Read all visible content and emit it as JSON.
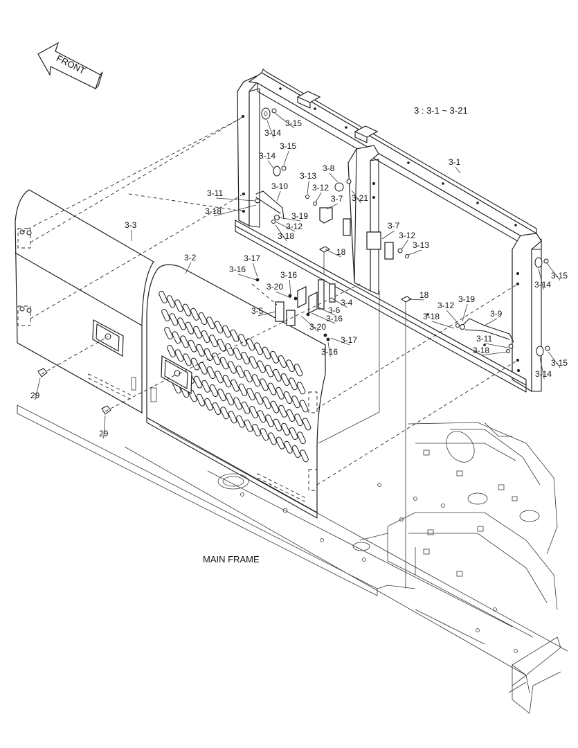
{
  "header_note": "3 : 3-1 ~ 3-21",
  "front_arrow_label": "FRONT",
  "main_frame_label": "MAIN FRAME",
  "callouts": [
    {
      "id": "c1",
      "text": "3-1"
    },
    {
      "id": "c2",
      "text": "3-2"
    },
    {
      "id": "c3",
      "text": "3-3"
    },
    {
      "id": "c4",
      "text": "3-4"
    },
    {
      "id": "c5",
      "text": "3-5"
    },
    {
      "id": "c6",
      "text": "3-6"
    },
    {
      "id": "c7a",
      "text": "3-7"
    },
    {
      "id": "c7b",
      "text": "3-7"
    },
    {
      "id": "c8",
      "text": "3-8"
    },
    {
      "id": "c9",
      "text": "3-9"
    },
    {
      "id": "c10",
      "text": "3-10"
    },
    {
      "id": "c11a",
      "text": "3-11"
    },
    {
      "id": "c11b",
      "text": "3-11"
    },
    {
      "id": "c12a",
      "text": "3-12"
    },
    {
      "id": "c12b",
      "text": "3-12"
    },
    {
      "id": "c12c",
      "text": "3-12"
    },
    {
      "id": "c12d",
      "text": "3-12"
    },
    {
      "id": "c13a",
      "text": "3-13"
    },
    {
      "id": "c13b",
      "text": "3-13"
    },
    {
      "id": "c14a",
      "text": "3-14"
    },
    {
      "id": "c14b",
      "text": "3-14"
    },
    {
      "id": "c14c",
      "text": "3-14"
    },
    {
      "id": "c14d",
      "text": "3-14"
    },
    {
      "id": "c15a",
      "text": "3-15"
    },
    {
      "id": "c15b",
      "text": "3-15"
    },
    {
      "id": "c15c",
      "text": "3-15"
    },
    {
      "id": "c15d",
      "text": "3-15"
    },
    {
      "id": "c16a",
      "text": "3-16"
    },
    {
      "id": "c16b",
      "text": "3-16"
    },
    {
      "id": "c16c",
      "text": "3-16"
    },
    {
      "id": "c16d",
      "text": "3-16"
    },
    {
      "id": "c17a",
      "text": "3-17"
    },
    {
      "id": "c17b",
      "text": "3-17"
    },
    {
      "id": "c18a",
      "text": "3-18"
    },
    {
      "id": "c18b",
      "text": "3-18"
    },
    {
      "id": "c18c",
      "text": "3-18"
    },
    {
      "id": "c18d",
      "text": "3-18"
    },
    {
      "id": "c19a",
      "text": "3-19"
    },
    {
      "id": "c19b",
      "text": "3-19"
    },
    {
      "id": "c20a",
      "text": "3-20"
    },
    {
      "id": "c20b",
      "text": "3-20"
    },
    {
      "id": "c21",
      "text": "3-21"
    },
    {
      "id": "c18e",
      "text": "18"
    },
    {
      "id": "c18f",
      "text": "18"
    },
    {
      "id": "c29a",
      "text": "29"
    },
    {
      "id": "c29b",
      "text": "29"
    }
  ]
}
